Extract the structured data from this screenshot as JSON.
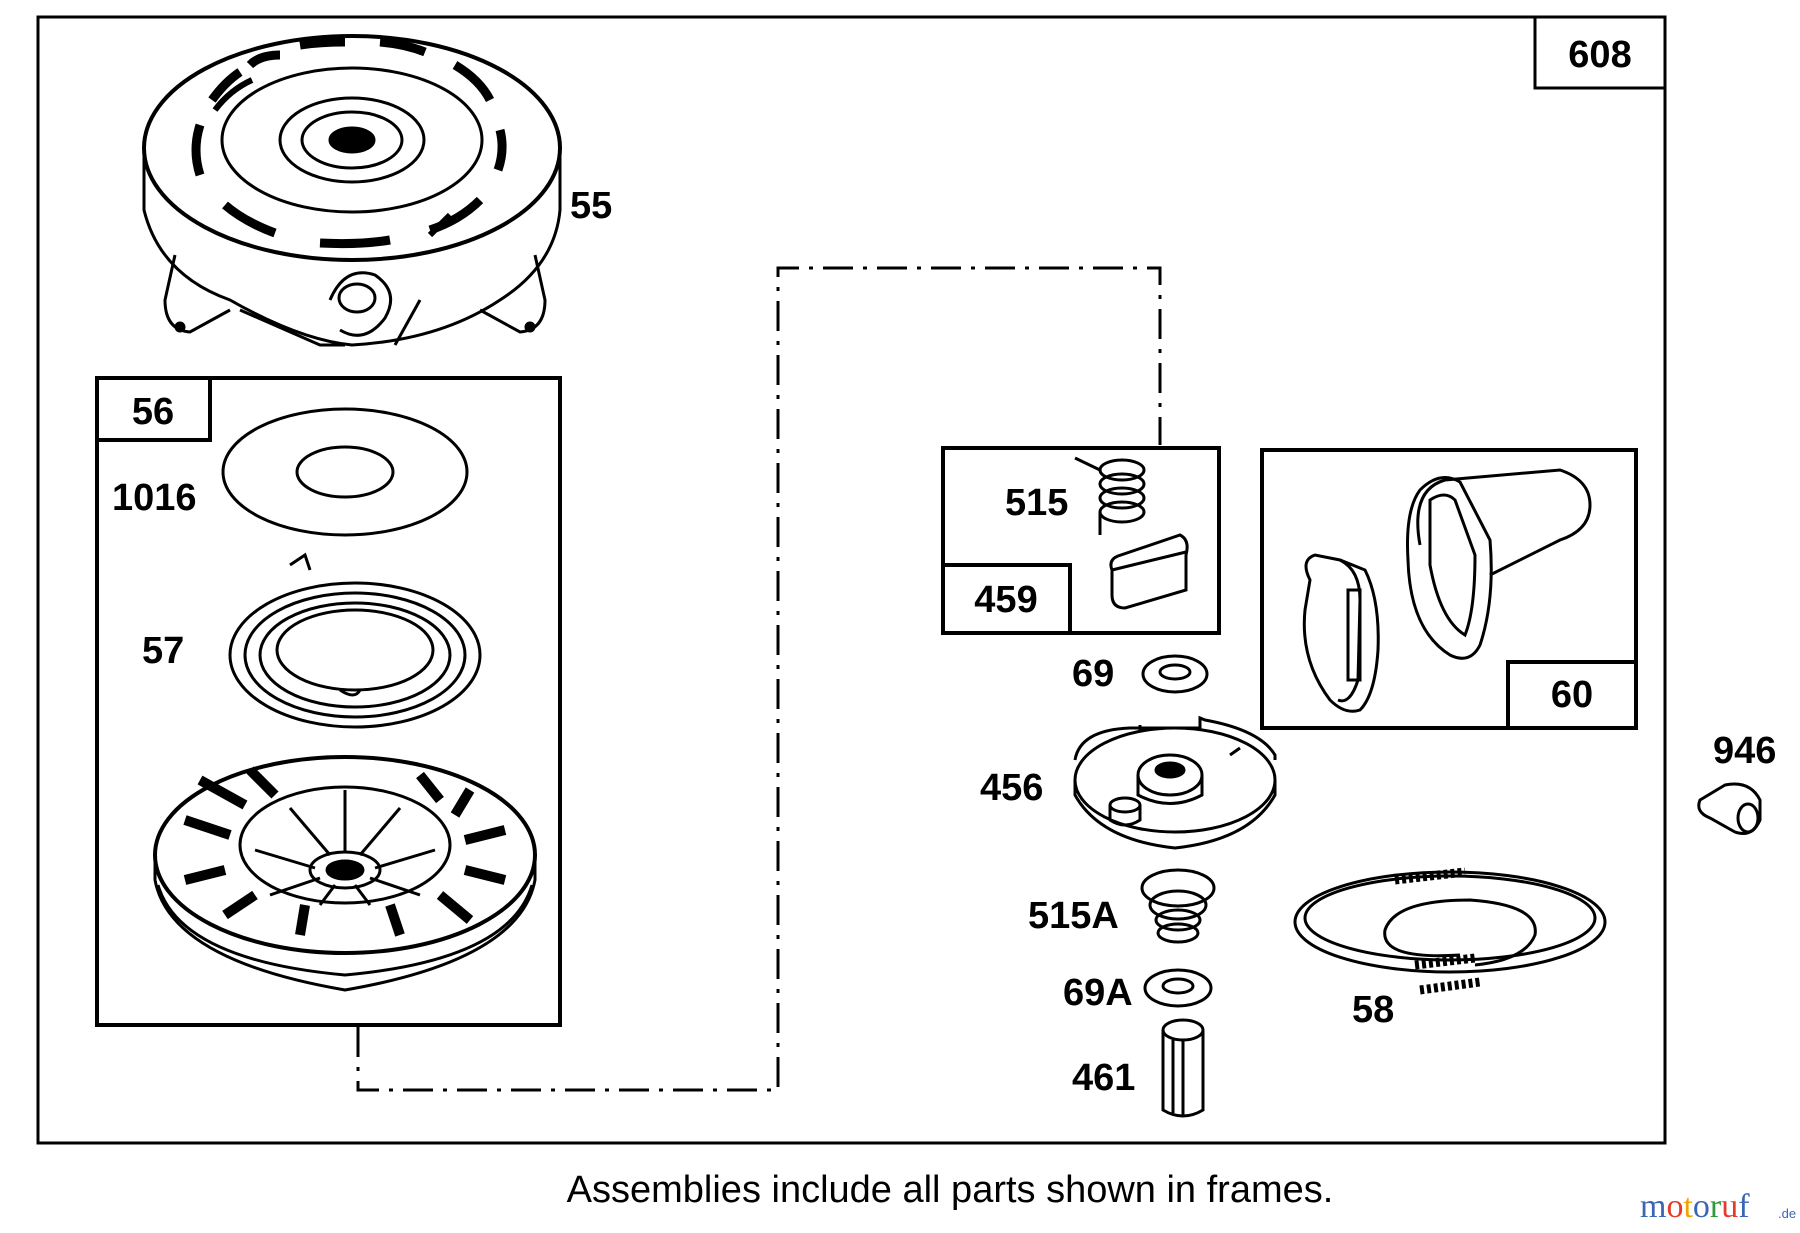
{
  "frame_labels": {
    "outer": "608",
    "recoil_kit": "56",
    "pawl_kit": "459",
    "handle_kit": "60"
  },
  "part_labels": {
    "p55": "55",
    "p1016": "1016",
    "p57": "57",
    "p515": "515",
    "p69": "69",
    "p456": "456",
    "p515a": "515A",
    "p69a": "69A",
    "p461": "461",
    "p58": "58",
    "p946": "946"
  },
  "caption": "Assemblies include all parts shown in frames.",
  "watermark": {
    "brand": "motoruf",
    "suffix": ".de",
    "colors": [
      "#3a66b5",
      "#e23b2c",
      "#f0a400",
      "#3a66b5",
      "#2e9a3a",
      "#e23b2c",
      "#3a66b5"
    ]
  }
}
